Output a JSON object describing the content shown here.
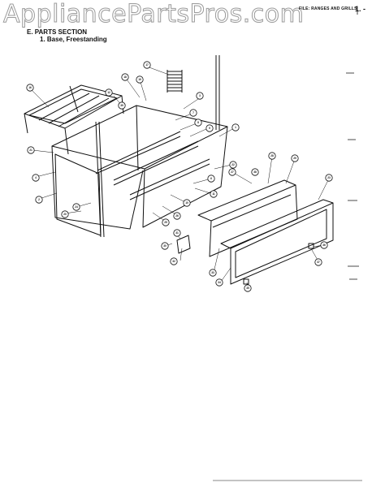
{
  "watermark": "AppliancePartsPros.com",
  "header": {
    "file_label": "FILE: RANGES AND GRILLS",
    "page_mark": "1. -"
  },
  "section": {
    "title": "E.   PARTS SECTION",
    "subtitle": "1.   Base, Freestanding"
  },
  "callouts": [
    "17",
    "18",
    "19",
    "12",
    "3",
    "16",
    "21",
    "4",
    "2",
    "7",
    "8",
    "9",
    "1",
    "22",
    "6",
    "10",
    "11",
    "20",
    "24",
    "25",
    "26",
    "27",
    "28",
    "29",
    "23",
    "30",
    "31",
    "32",
    "33",
    "34",
    "35",
    "36",
    "37",
    "38",
    "39"
  ]
}
